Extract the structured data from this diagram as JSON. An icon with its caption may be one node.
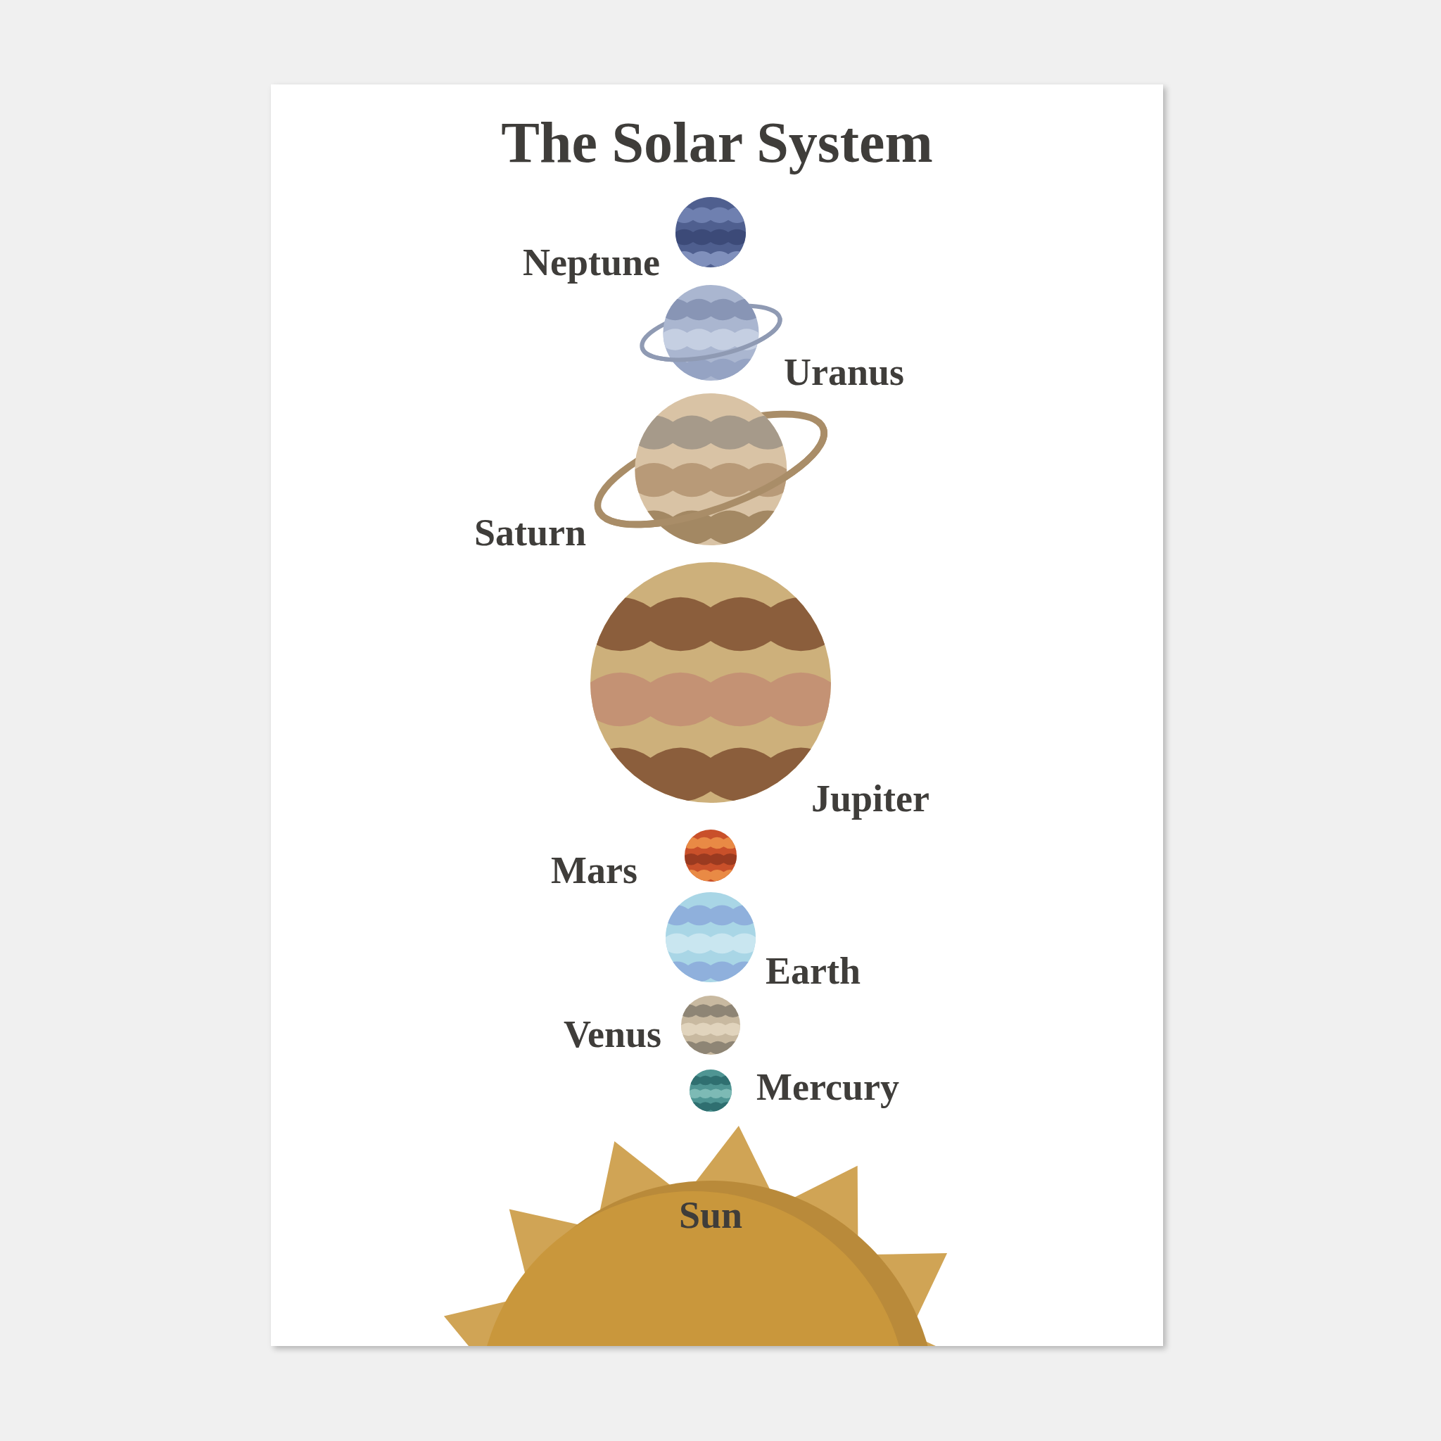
{
  "diagram": {
    "title": "The Solar System",
    "nodes": [
      {
        "text": [],
        "shape": "picture",
        "beside": [
          "Neptune"
        ]
      },
      {
        "text": [],
        "shape": "picture",
        "beside": [
          "Uranus"
        ]
      },
      {
        "text": [],
        "shape": "picture",
        "beside": [
          "Saturn"
        ]
      },
      {
        "text": [],
        "shape": "picture",
        "beside": [
          "Jupiter"
        ]
      },
      {
        "text": [],
        "shape": "picture",
        "beside": [
          "Mars"
        ]
      },
      {
        "text": [],
        "shape": "picture",
        "beside": [
          "Earth"
        ]
      },
      {
        "text": [],
        "shape": "picture",
        "beside": [
          "Venus"
        ]
      },
      {
        "text": [],
        "shape": "picture",
        "beside": [
          "Mercury"
        ]
      },
      {
        "text": [
          "Sun"
        ]
      }
    ],
    "edges": []
  }
}
